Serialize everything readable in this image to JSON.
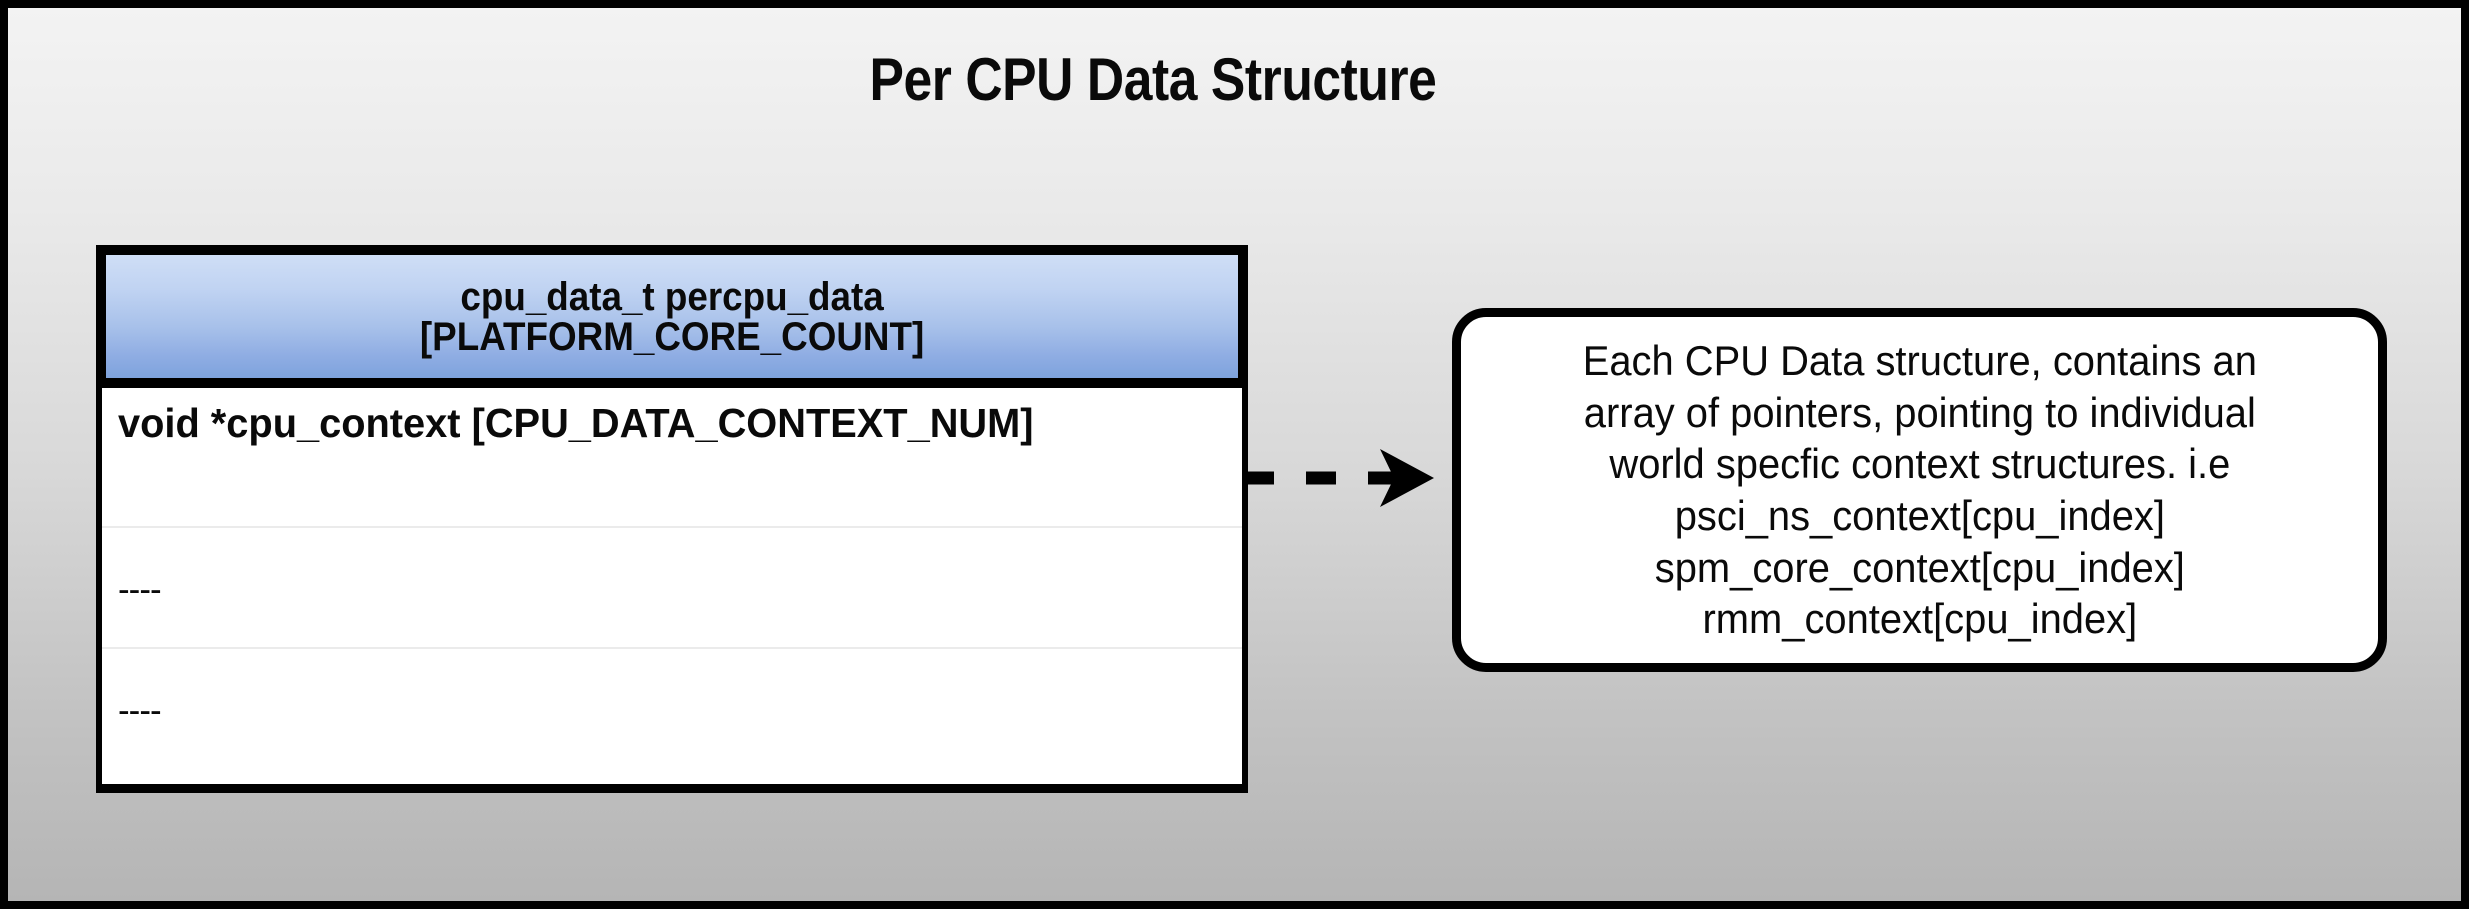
{
  "diagram": {
    "title": "Per CPU Data Structure",
    "background_gradient_from": "#f3f3f3",
    "background_gradient_to": "#b5b5b5",
    "frame_color": "#000000"
  },
  "struct_table": {
    "header": {
      "line1": "cpu_data_t percpu_data",
      "line2": "[PLATFORM_CORE_COUNT]",
      "text": "cpu_data_t percpu_data\n[PLATFORM_CORE_COUNT]",
      "gradient_from": "#cfdef6",
      "gradient_to": "#7ea3dd"
    },
    "rows": [
      {
        "label": "void *cpu_context [CPU_DATA_CONTEXT_NUM]"
      },
      {
        "label": "----"
      },
      {
        "label": "----"
      }
    ]
  },
  "connector": {
    "style": "dashed-arrow",
    "direction": "right",
    "color": "#000000",
    "dash_count": 3
  },
  "callout": {
    "lines": [
      "Each CPU Data structure, contains an",
      "array of pointers, pointing to individual",
      "world specfic context structures. i.e",
      "psci_ns_context[cpu_index]",
      "spm_core_context[cpu_index]",
      "rmm_context[cpu_index]"
    ],
    "text": "Each CPU Data structure, contains an\narray of pointers, pointing to individual\nworld specfic context structures. i.e\npsci_ns_context[cpu_index]\nspm_core_context[cpu_index]\nrmm_context[cpu_index]"
  }
}
